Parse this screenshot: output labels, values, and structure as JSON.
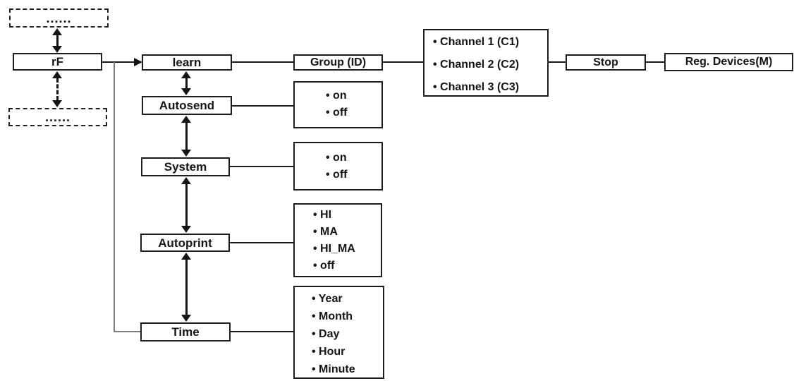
{
  "colors": {
    "line": "#1c1c1c",
    "branch_line": "#7d7d7d",
    "background": "#ffffff"
  },
  "nodes": {
    "dots_top": "......",
    "rf": "rF",
    "dots_bottom": "......",
    "learn": "learn",
    "autosend": "Autosend",
    "system": "System",
    "autoprint": "Autoprint",
    "time": "Time",
    "group_id": "Group (ID)",
    "stop": "Stop",
    "reg_devices": "Reg. Devices(M)"
  },
  "option_lists": {
    "channels": [
      "• Channel 1 (C1)",
      "• Channel 2 (C2)",
      "• Channel 3 (C3)"
    ],
    "autosend": [
      "• on",
      "• off"
    ],
    "system": [
      "• on",
      "• off"
    ],
    "autoprint": [
      "• HI",
      "• MA",
      "• HI_MA",
      "• off"
    ],
    "time": [
      "• Year",
      "• Month",
      "• Day",
      "• Hour",
      "• Minute"
    ]
  }
}
